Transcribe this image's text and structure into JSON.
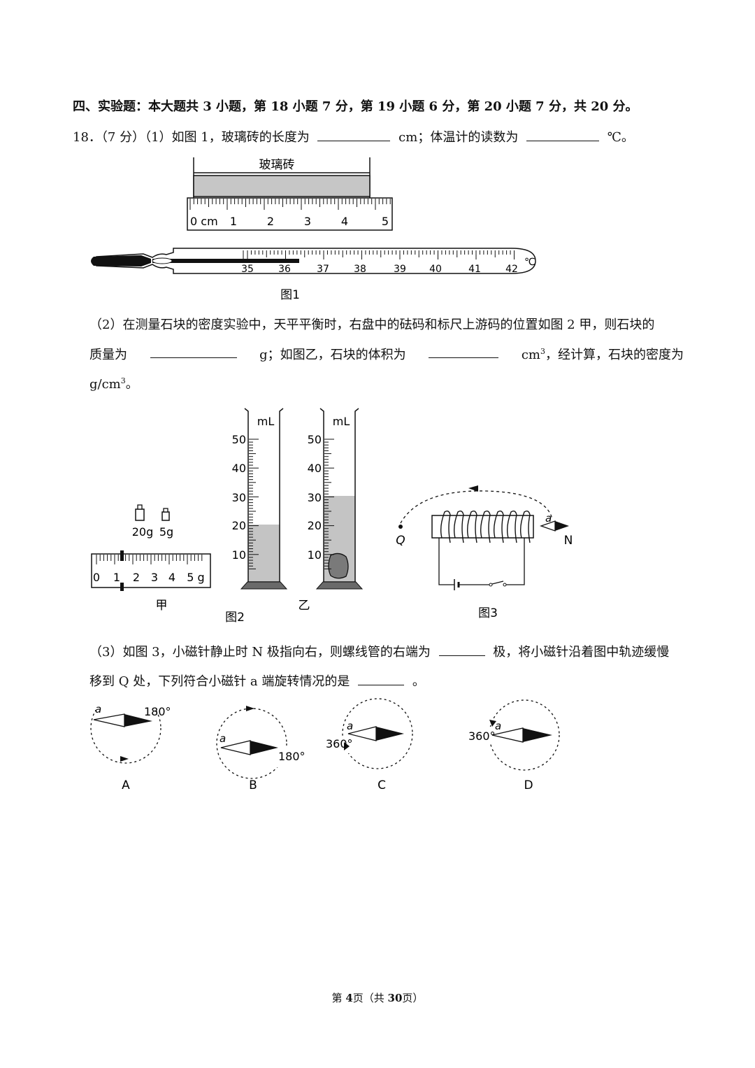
{
  "section_title": "四、实验题：本大题共 3 小题，第 18 小题 7 分，第 19 小题 6 分，第 20 小题 7 分，共 20 分。",
  "q18": {
    "prefix": "18．（7 分）（1）如图 1，玻璃砖的长度为",
    "mid": "cm；体温计的读数为",
    "suffix": "℃。"
  },
  "fig1": {
    "block_label": "玻璃砖",
    "ruler_ticks": [
      "0 cm",
      "1",
      "2",
      "3",
      "4",
      "5"
    ],
    "thermo_ticks": [
      "35",
      "36",
      "37",
      "38",
      "39",
      "40",
      "41",
      "42"
    ],
    "thermo_unit": "℃",
    "caption": "图1"
  },
  "q2": {
    "line1": "（2）在测量石块的密度实验中，天平平衡时，右盘中的砝码和标尺上游码的位置如图 2 甲，则石块的",
    "line2_a": "质量为",
    "line2_b": "g；如图乙，石块的体积为",
    "line2_c": "cm",
    "line2_sup": "3",
    "line2_d": "，经计算，石块的密度为",
    "line3_a": "g/cm",
    "line3_sup": "3",
    "line3_b": "。"
  },
  "fig2": {
    "weight1": "20g",
    "weight2": "5g",
    "scale_ticks": [
      "0",
      "1",
      "2",
      "3",
      "4",
      "5 g"
    ],
    "cyl_unit": "mL",
    "cyl_ticks": [
      "50",
      "40",
      "30",
      "20",
      "10"
    ],
    "label_jia": "甲",
    "label_yi": "乙",
    "caption": "图2"
  },
  "fig3": {
    "label_q": "Q",
    "label_a": "a",
    "label_n": "N",
    "caption": "图3"
  },
  "q3": {
    "line1_a": "（3）如图 3，小磁针静止时 N 极指向右，则螺线管的右端为",
    "line1_b": "极，将小磁针沿着图中轨迹缓慢",
    "line2_a": "移到 Q 处，下列符合小磁针 a 端旋转情况的是",
    "line2_b": "。"
  },
  "options": [
    {
      "label": "A",
      "a": "a",
      "angle": "180°"
    },
    {
      "label": "B",
      "a": "a",
      "angle": "180°"
    },
    {
      "label": "C",
      "a": "a",
      "angle": "360°"
    },
    {
      "label": "D",
      "a": "a",
      "angle": "360°"
    }
  ],
  "footer": {
    "a": "第 ",
    "page": "4",
    "b": "页（共 ",
    "total": "30",
    "c": "页）"
  }
}
